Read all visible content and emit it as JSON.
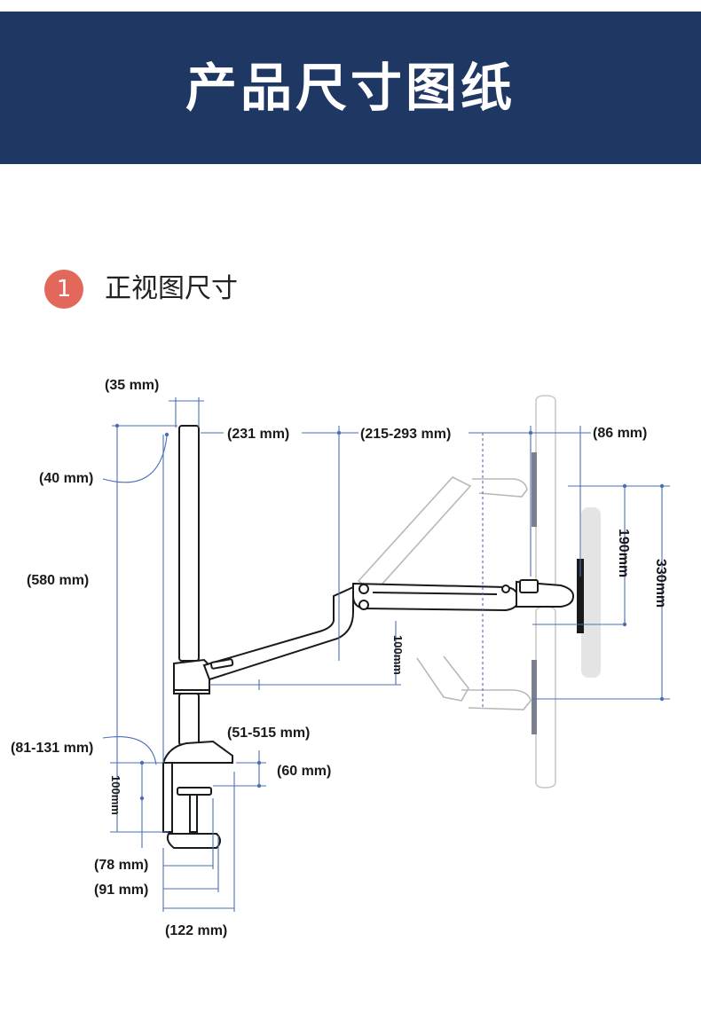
{
  "header": {
    "title": "产品尺寸图纸"
  },
  "section": {
    "number": "1",
    "title": "正视图尺寸"
  },
  "dimensions": {
    "pole_width": "(35 mm)",
    "arm_reach_1": "(231 mm)",
    "arm_reach_2": "(215-293 mm)",
    "monitor_depth": "(86 mm)",
    "top_offset": "(40 mm)",
    "pole_height": "(580 mm)",
    "height_190": "190mm",
    "height_330": "330mm",
    "height_100_arm": "100mm",
    "arm_range": "(51-515 mm)",
    "clamp_thickness": "(81-131 mm)",
    "clamp_60": "(60 mm)",
    "clamp_100": "100mm",
    "base_78": "(78 mm)",
    "base_91": "(91 mm)",
    "base_122": "(122 mm)"
  },
  "colors": {
    "banner": "#1f3763",
    "accent": "#e2685b",
    "dimension_line": "#4a6fb5"
  }
}
